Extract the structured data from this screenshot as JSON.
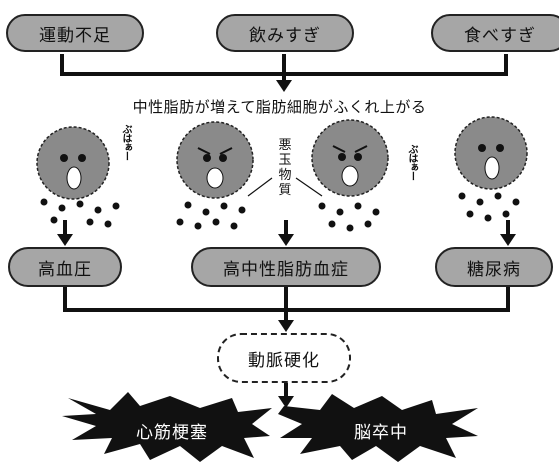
{
  "causes": [
    "運動不足",
    "飲みすぎ",
    "食べすぎ"
  ],
  "caption": "中性脂肪が増えて脂肪細胞がふくれ上がる",
  "bad_label": "悪玉物質",
  "sfx": "ぶはぁー",
  "diseases": [
    "高血圧",
    "高中性脂肪血症",
    "糖尿病"
  ],
  "middle": "動脈硬化",
  "outcomes": [
    "心筋梗塞",
    "脳卒中"
  ]
}
